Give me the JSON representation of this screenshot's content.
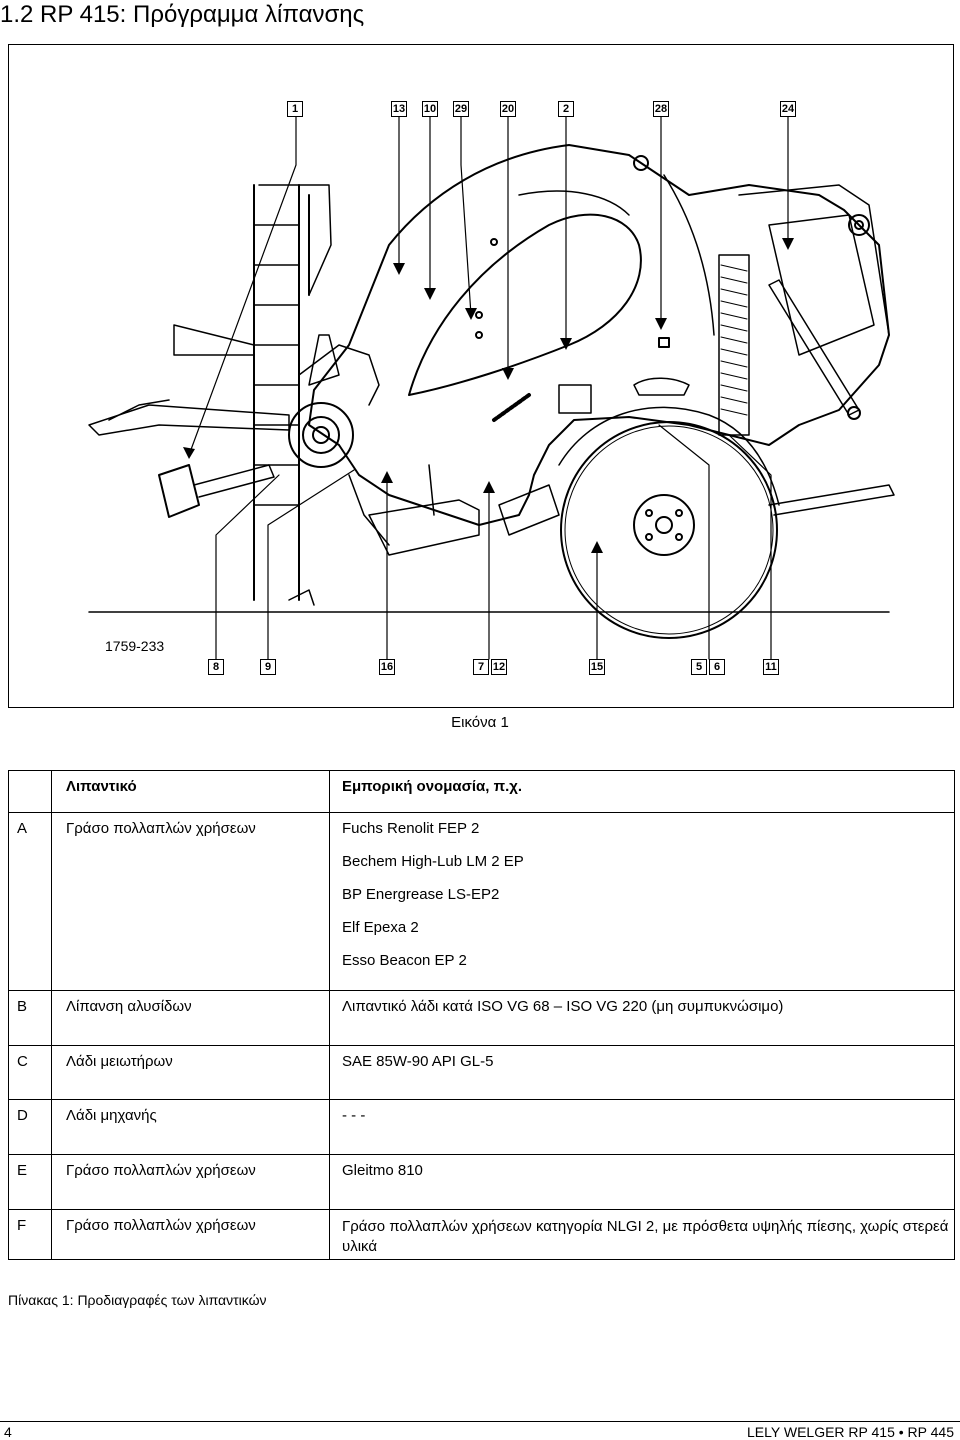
{
  "heading": "1.2  RP 415: Πρόγραμμα λίπανσης",
  "figure": {
    "top_callouts": [
      "1",
      "13",
      "10",
      "29",
      "20",
      "2",
      "28",
      "24"
    ],
    "bottom_callouts": [
      "8",
      "9",
      "16",
      "7",
      "12",
      "15",
      "5",
      "6",
      "11"
    ],
    "drawing_code": "1759-233",
    "caption": "Εικόνα 1"
  },
  "table": {
    "header": {
      "col1": "Λιπαντικό",
      "col2": "Εμπορική ονομασία, π.χ."
    },
    "rows": [
      {
        "key": "A",
        "type": "Γράσο πολλαπλών χρήσεων",
        "products": [
          "Fuchs Renolit FEP 2",
          "Bechem High-Lub LM 2 EP",
          "BP Energrease LS-EP2",
          "Elf Epexa 2",
          "Esso Beacon EP 2"
        ]
      },
      {
        "key": "B",
        "type": "Λίπανση αλυσίδων",
        "products": [
          "Λιπαντικό λάδι κατά ISO VG 68 – ISO VG 220 (μη συμπυκνώσιμο)"
        ]
      },
      {
        "key": "C",
        "type": "Λάδι μειωτήρων",
        "products": [
          "SAE 85W-90   API GL-5"
        ]
      },
      {
        "key": "D",
        "type": "Λάδι μηχανής",
        "products": [
          "- - -"
        ]
      },
      {
        "key": "E",
        "type": "Γράσο πολλαπλών χρήσεων",
        "products": [
          "Gleitmo 810"
        ]
      },
      {
        "key": "F",
        "type": "Γράσο πολλαπλών χρήσεων",
        "products": [
          "Γράσο πολλαπλών χρήσεων κατηγορία NLGI 2, με πρόσθετα υψηλής πίεσης, χωρίς στερεά υλικά"
        ]
      }
    ],
    "caption": "Πίνακας 1: Προδιαγραφές των λιπαντικών"
  },
  "footer": {
    "page": "4",
    "brand": "LELY WELGER RP 415 • RP 445"
  }
}
